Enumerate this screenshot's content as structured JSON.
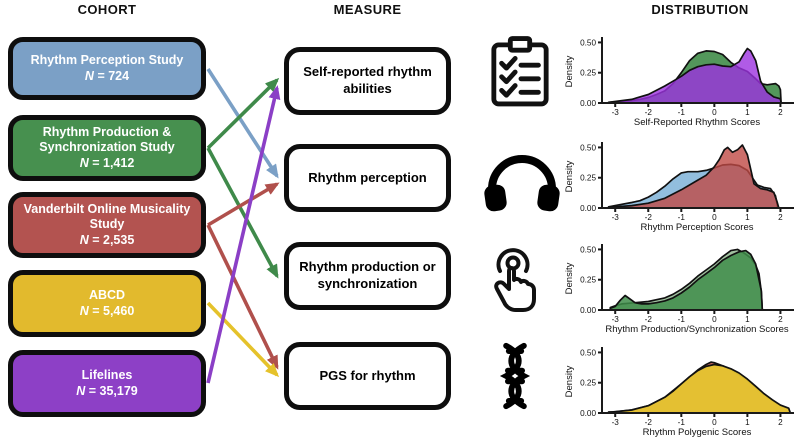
{
  "headers": {
    "cohort": "COHORT",
    "measure": "MEASURE",
    "distribution": "DISTRIBUTION"
  },
  "cohorts": [
    {
      "name": "Rhythm Perception Study",
      "n_symbol": "N",
      "n_value": "= 724",
      "color": "#7ba0c6"
    },
    {
      "name": "Rhythm Production & Synchronization Study",
      "n_symbol": "N",
      "n_value": "= 1,412",
      "color": "#47904f"
    },
    {
      "name": "Vanderbilt Online Musicality Study",
      "n_symbol": "N",
      "n_value": "= 2,535",
      "color": "#b35350"
    },
    {
      "name": "ABCD",
      "n_symbol": "N",
      "n_value": "= 5,460",
      "color": "#e2ba2d"
    },
    {
      "name": "Lifelines",
      "n_symbol": "N",
      "n_value": "= 35,179",
      "color": "#8d40c6"
    }
  ],
  "measures": [
    {
      "label": "Self-reported rhythm abilities"
    },
    {
      "label": "Rhythm perception"
    },
    {
      "label": "Rhythm production or synchronization"
    },
    {
      "label": "PGS for rhythm"
    }
  ],
  "connections": [
    {
      "from": 0,
      "to": 1,
      "color": "#7ba0c6"
    },
    {
      "from": 1,
      "to": 0,
      "color": "#3f8a4a"
    },
    {
      "from": 1,
      "to": 2,
      "color": "#3f8a4a"
    },
    {
      "from": 2,
      "to": 1,
      "color": "#b0504c"
    },
    {
      "from": 2,
      "to": 3,
      "color": "#b0504c"
    },
    {
      "from": 3,
      "to": 3,
      "color": "#e5c22b"
    },
    {
      "from": 4,
      "to": 0,
      "color": "#8b3fc6"
    }
  ],
  "icons": [
    {
      "name": "checklist-clipboard"
    },
    {
      "name": "headphones"
    },
    {
      "name": "tap-gesture"
    },
    {
      "name": "dna-helix"
    }
  ],
  "chart_data": [
    {
      "type": "area",
      "xlabel": "Self-Reported Rhythm Scores",
      "ylabel": "Density",
      "xlim": [
        -3.4,
        2.35
      ],
      "ylim": [
        0,
        0.52
      ],
      "xticks": [
        -3,
        -2,
        -1,
        0,
        1,
        2
      ],
      "yticks": [
        0,
        0.25,
        0.5
      ],
      "ytick_labels": [
        "0.00",
        "0.25",
        "0.50"
      ],
      "series": [
        {
          "name": "green",
          "color": "#4a9152",
          "opacity": 0.95,
          "points": [
            [
              -3.2,
              0.005
            ],
            [
              -3,
              0.01
            ],
            [
              -2.75,
              0.015
            ],
            [
              -2.5,
              0.02
            ],
            [
              -2.25,
              0.03
            ],
            [
              -2,
              0.045
            ],
            [
              -1.75,
              0.07
            ],
            [
              -1.5,
              0.1
            ],
            [
              -1.25,
              0.16
            ],
            [
              -1,
              0.25
            ],
            [
              -0.75,
              0.35
            ],
            [
              -0.5,
              0.41
            ],
            [
              -0.25,
              0.43
            ],
            [
              0,
              0.425
            ],
            [
              0.25,
              0.4
            ],
            [
              0.5,
              0.335
            ],
            [
              0.75,
              0.29
            ],
            [
              1,
              0.26
            ],
            [
              1.25,
              0.2
            ],
            [
              1.4,
              0.16
            ],
            [
              1.6,
              0.15
            ],
            [
              1.85,
              0.16
            ],
            [
              1.95,
              0.14
            ],
            [
              2,
              0.11
            ],
            [
              2.02,
              0
            ]
          ]
        },
        {
          "name": "purple",
          "color": "#9c32e0",
          "opacity": 0.8,
          "points": [
            [
              -3.2,
              0.005
            ],
            [
              -3,
              0.012
            ],
            [
              -2.5,
              0.03
            ],
            [
              -2,
              0.07
            ],
            [
              -1.5,
              0.14
            ],
            [
              -1.25,
              0.18
            ],
            [
              -1,
              0.22
            ],
            [
              -0.75,
              0.27
            ],
            [
              -0.5,
              0.3
            ],
            [
              -0.25,
              0.315
            ],
            [
              0,
              0.32
            ],
            [
              0.25,
              0.305
            ],
            [
              0.5,
              0.3
            ],
            [
              0.75,
              0.34
            ],
            [
              0.9,
              0.41
            ],
            [
              1,
              0.45
            ],
            [
              1.1,
              0.43
            ],
            [
              1.25,
              0.35
            ],
            [
              1.4,
              0.18
            ],
            [
              1.6,
              0.09
            ],
            [
              1.8,
              0.05
            ],
            [
              2,
              0.035
            ],
            [
              2.02,
              0
            ]
          ]
        }
      ]
    },
    {
      "type": "area",
      "xlabel": "Rhythm Perception Scores",
      "ylabel": "Density",
      "xlim": [
        -3.4,
        2.35
      ],
      "ylim": [
        0,
        0.52
      ],
      "xticks": [
        -3,
        -2,
        -1,
        0,
        1,
        2
      ],
      "yticks": [
        0,
        0.25,
        0.5
      ],
      "ytick_labels": [
        "0.00",
        "0.25",
        "0.50"
      ],
      "series": [
        {
          "name": "blue",
          "color": "#7fb3d8",
          "opacity": 0.85,
          "points": [
            [
              -3.2,
              0.01
            ],
            [
              -3,
              0.02
            ],
            [
              -2.5,
              0.045
            ],
            [
              -2.25,
              0.06
            ],
            [
              -2,
              0.09
            ],
            [
              -1.75,
              0.13
            ],
            [
              -1.5,
              0.18
            ],
            [
              -1.25,
              0.24
            ],
            [
              -1,
              0.29
            ],
            [
              -0.8,
              0.3
            ],
            [
              -0.5,
              0.3
            ],
            [
              -0.25,
              0.31
            ],
            [
              0,
              0.33
            ],
            [
              0.25,
              0.355
            ],
            [
              0.5,
              0.36
            ],
            [
              0.75,
              0.35
            ],
            [
              1,
              0.31
            ],
            [
              1.15,
              0.25
            ],
            [
              1.3,
              0.19
            ],
            [
              1.5,
              0.17
            ],
            [
              1.7,
              0.16
            ],
            [
              1.85,
              0.1
            ],
            [
              1.92,
              0
            ]
          ]
        },
        {
          "name": "red",
          "color": "#bf4a45",
          "opacity": 0.8,
          "points": [
            [
              -3.2,
              0.005
            ],
            [
              -3,
              0.01
            ],
            [
              -2.5,
              0.02
            ],
            [
              -2,
              0.04
            ],
            [
              -1.5,
              0.08
            ],
            [
              -1,
              0.15
            ],
            [
              -0.5,
              0.23
            ],
            [
              -0.25,
              0.27
            ],
            [
              0,
              0.34
            ],
            [
              0.15,
              0.4
            ],
            [
              0.3,
              0.48
            ],
            [
              0.4,
              0.5
            ],
            [
              0.55,
              0.46
            ],
            [
              0.7,
              0.48
            ],
            [
              0.85,
              0.52
            ],
            [
              1,
              0.44
            ],
            [
              1.1,
              0.32
            ],
            [
              1.2,
              0.2
            ],
            [
              1.4,
              0.16
            ],
            [
              1.6,
              0.15
            ],
            [
              1.8,
              0.13
            ],
            [
              1.9,
              0.05
            ],
            [
              1.95,
              0
            ]
          ]
        }
      ]
    },
    {
      "type": "area",
      "xlabel": "Rhythm Production/Synchronization Scores",
      "ylabel": "Density",
      "xlim": [
        -3.4,
        2.35
      ],
      "ylim": [
        0,
        0.52
      ],
      "xticks": [
        -3,
        -2,
        -1,
        0,
        1,
        2
      ],
      "yticks": [
        0,
        0.25,
        0.5
      ],
      "ytick_labels": [
        "0.00",
        "0.25",
        "0.50"
      ],
      "series": [
        {
          "name": "green-light",
          "color": "#79a878",
          "opacity": 0.7,
          "points": [
            [
              -3.15,
              0.02
            ],
            [
              -3,
              0.035
            ],
            [
              -2.8,
              0.05
            ],
            [
              -2.6,
              0.055
            ],
            [
              -2.4,
              0.06
            ],
            [
              -2.2,
              0.065
            ],
            [
              -2,
              0.07
            ],
            [
              -1.75,
              0.085
            ],
            [
              -1.5,
              0.1
            ],
            [
              -1.25,
              0.13
            ],
            [
              -1,
              0.17
            ],
            [
              -0.75,
              0.22
            ],
            [
              -0.5,
              0.28
            ],
            [
              -0.25,
              0.33
            ],
            [
              0,
              0.38
            ],
            [
              0.25,
              0.44
            ],
            [
              0.5,
              0.49
            ],
            [
              0.7,
              0.5
            ],
            [
              0.9,
              0.47
            ],
            [
              1.1,
              0.43
            ],
            [
              1.25,
              0.37
            ],
            [
              1.35,
              0.3
            ],
            [
              1.42,
              0.15
            ],
            [
              1.45,
              0
            ]
          ]
        },
        {
          "name": "green-dark",
          "color": "#3f8d4a",
          "opacity": 0.85,
          "points": [
            [
              -3.15,
              0.015
            ],
            [
              -3,
              0.03
            ],
            [
              -2.85,
              0.08
            ],
            [
              -2.7,
              0.12
            ],
            [
              -2.55,
              0.09
            ],
            [
              -2.4,
              0.06
            ],
            [
              -2.2,
              0.05
            ],
            [
              -2,
              0.05
            ],
            [
              -1.75,
              0.06
            ],
            [
              -1.5,
              0.075
            ],
            [
              -1.25,
              0.1
            ],
            [
              -1,
              0.14
            ],
            [
              -0.75,
              0.19
            ],
            [
              -0.5,
              0.25
            ],
            [
              -0.25,
              0.3
            ],
            [
              0,
              0.35
            ],
            [
              0.25,
              0.41
            ],
            [
              0.5,
              0.45
            ],
            [
              0.75,
              0.48
            ],
            [
              0.95,
              0.49
            ],
            [
              1.1,
              0.46
            ],
            [
              1.25,
              0.38
            ],
            [
              1.35,
              0.25
            ],
            [
              1.42,
              0.16
            ],
            [
              1.45,
              0
            ]
          ]
        }
      ]
    },
    {
      "type": "area",
      "xlabel": "Rhythm Polygenic Scores",
      "ylabel": "Density",
      "xlim": [
        -3.4,
        2.35
      ],
      "ylim": [
        0,
        0.52
      ],
      "xticks": [
        -3,
        -2,
        -1,
        0,
        1,
        2
      ],
      "yticks": [
        0,
        0.25,
        0.5
      ],
      "ytick_labels": [
        "0.00",
        "0.25",
        "0.50"
      ],
      "series": [
        {
          "name": "red",
          "color": "#b5534f",
          "opacity": 0.9,
          "points": [
            [
              -3.2,
              0.005
            ],
            [
              -2.5,
              0.025
            ],
            [
              -2,
              0.06
            ],
            [
              -1.5,
              0.13
            ],
            [
              -1,
              0.24
            ],
            [
              -0.5,
              0.355
            ],
            [
              -0.25,
              0.4
            ],
            [
              -0.1,
              0.42
            ],
            [
              0,
              0.415
            ],
            [
              0.25,
              0.39
            ],
            [
              0.5,
              0.36
            ],
            [
              1,
              0.27
            ],
            [
              1.5,
              0.15
            ],
            [
              2,
              0.06
            ],
            [
              2.25,
              0.035
            ],
            [
              2.3,
              0
            ]
          ]
        },
        {
          "name": "yellow",
          "color": "#e6c52f",
          "opacity": 0.95,
          "points": [
            [
              -3.2,
              0.008
            ],
            [
              -3,
              0.01
            ],
            [
              -2.5,
              0.025
            ],
            [
              -2,
              0.06
            ],
            [
              -1.5,
              0.13
            ],
            [
              -1.25,
              0.18
            ],
            [
              -1,
              0.24
            ],
            [
              -0.75,
              0.3
            ],
            [
              -0.5,
              0.35
            ],
            [
              -0.25,
              0.385
            ],
            [
              0,
              0.4
            ],
            [
              0.25,
              0.39
            ],
            [
              0.5,
              0.365
            ],
            [
              0.75,
              0.33
            ],
            [
              1,
              0.28
            ],
            [
              1.25,
              0.22
            ],
            [
              1.5,
              0.16
            ],
            [
              1.75,
              0.11
            ],
            [
              2,
              0.065
            ],
            [
              2.25,
              0.04
            ],
            [
              2.3,
              0
            ]
          ]
        }
      ]
    }
  ]
}
